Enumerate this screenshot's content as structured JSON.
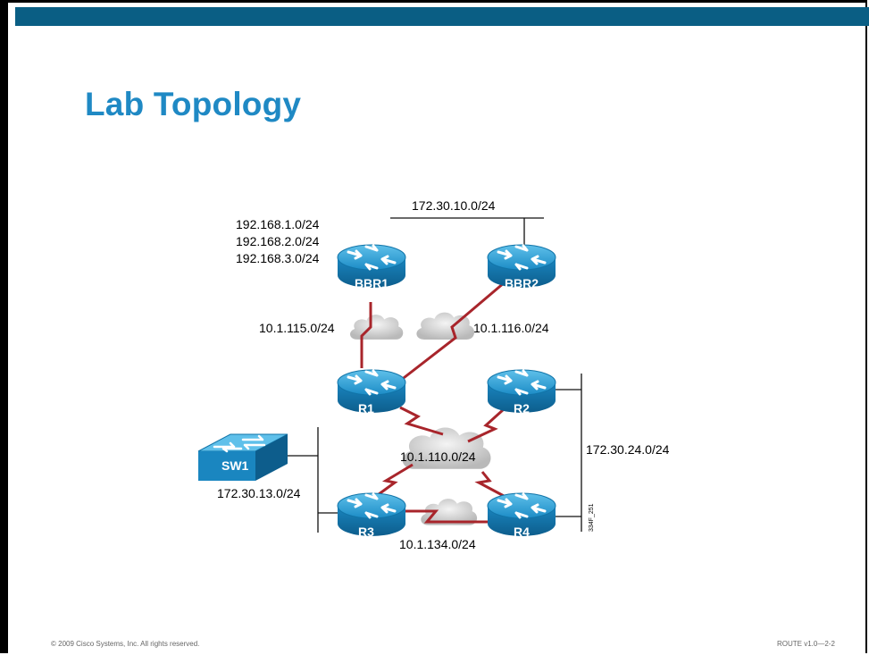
{
  "slide": {
    "title": "Lab Topology",
    "footer_left": "© 2009 Cisco Systems, Inc. All rights reserved.",
    "footer_right": "ROUTE v1.0—2-2",
    "figure_id": "334F_251"
  },
  "colors": {
    "header_bar": "#0a5e84",
    "title": "#1f89c4",
    "link": "#a8252b",
    "router_fill": "#1a8ec8",
    "cloud": "#d2d2d2"
  },
  "devices": {
    "bbr1": "BBR1",
    "bbr2": "BBR2",
    "r1": "R1",
    "r2": "R2",
    "r3": "R3",
    "r4": "R4",
    "sw1": "SW1"
  },
  "networks": {
    "bbr1_net1": "192.168.1.0/24",
    "bbr1_net2": "192.168.2.0/24",
    "bbr1_net3": "192.168.3.0/24",
    "bbr2_lan": "172.30.10.0/24",
    "r1_bbr1": "10.1.115.0/24",
    "r1_bbr2": "10.1.116.0/24",
    "frame_relay": "10.1.110.0/24",
    "r2_r4_lan": "172.30.24.0/24",
    "r3_lan": "172.30.13.0/24",
    "r3_r4": "10.1.134.0/24"
  }
}
